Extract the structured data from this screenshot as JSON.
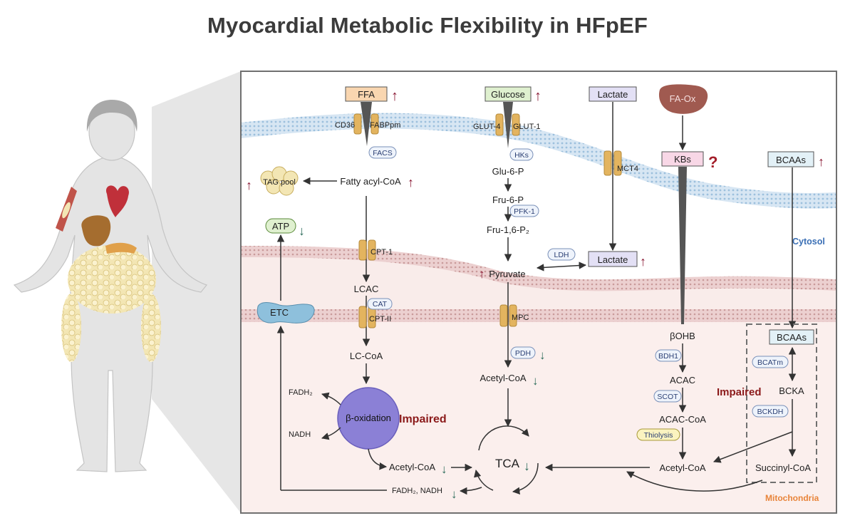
{
  "title": "Myocardial Metabolic Flexibility in HFpEF",
  "regions": {
    "cytosol": "Cytosol",
    "mitochondria": "Mitochondria"
  },
  "substrates": {
    "ffa": "FFA",
    "glucose": "Glucose",
    "lactate_top": "Lactate",
    "lactate_mid": "Lactate",
    "faox": "FA-Ox",
    "kbs": "KBs",
    "kbs_mark": "?",
    "bcaas_top": "BCAAs",
    "bcaas_mito": "BCAAs"
  },
  "transporters": {
    "cd36": "CD36",
    "fabppm": "FABPpm",
    "glut4": "GLUT-4",
    "glut1": "GLUT-1",
    "mct4": "MCT4",
    "cpt1": "CPT-1",
    "cat": "CAT",
    "cpt2": "CPT-II",
    "mpc": "MPC"
  },
  "enzymes": {
    "facs": "FACS",
    "hks": "HKs",
    "pfk1": "PFK-1",
    "ldh": "LDH",
    "pdh": "PDH",
    "bdh1": "BDH1",
    "scot": "SCOT",
    "thiolysis": "Thiolysis",
    "bcatm": "BCATm",
    "bckdh": "BCKDH"
  },
  "metabolites": {
    "fatty_acyl_coa": "Fatty acyl-CoA",
    "tag_pool": "TAG pool",
    "atp": "ATP",
    "lcac": "LCAC",
    "lc_coa": "LC-CoA",
    "fadh2": "FADH₂",
    "nadh": "NADH",
    "beta_ox": "β-oxidation",
    "acetyl_coa_fa": "Acetyl-CoA",
    "fadh2_nadh": "FADH₂, NADH",
    "glu6p": "Glu-6-P",
    "fru6p": "Fru-6-P",
    "fru16p": "Fru-1,6-P₂",
    "pyruvate": "Pyruvate",
    "acetyl_coa_glu": "Acetyl-CoA",
    "tca": "TCA",
    "etc": "ETC",
    "bohb": "βOHB",
    "acac": "ACAC",
    "acac_coa": "ACAC-CoA",
    "acetyl_coa_kb": "Acetyl-CoA",
    "bcka": "BCKA",
    "succinyl_coa": "Succinyl-CoA"
  },
  "annotations": {
    "impaired_fa": "Impaired",
    "impaired_bcaa": "Impaired"
  },
  "colors": {
    "up": "#8b1a35",
    "down": "#2c6b5a",
    "impaired": "#8b1a1a",
    "cytosol": "#3a6fb5",
    "mito": "#e8843a"
  }
}
